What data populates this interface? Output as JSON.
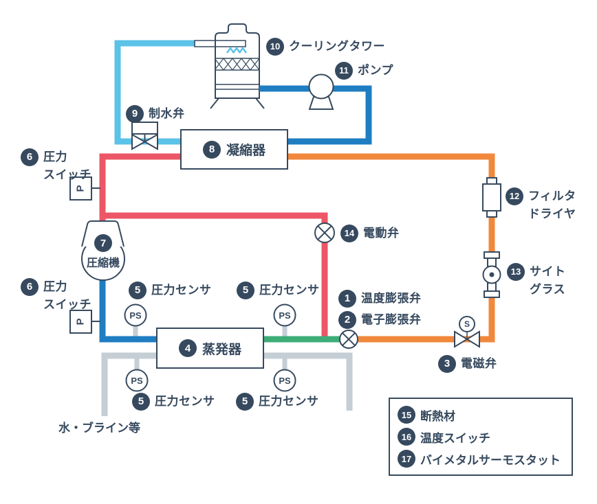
{
  "colors": {
    "navy": "#36495E",
    "pipe_cyan": "#5BC2E8",
    "pipe_blue": "#1F7DC2",
    "pipe_red": "#EC5666",
    "pipe_orange": "#F1883C",
    "pipe_green": "#3EAC77",
    "pipe_gray": "#C5CED5",
    "spray_bar_fill": "#9FC9DB"
  },
  "components": {
    "expansion_valve_thermal": {
      "num": "1",
      "label": "温度膨張弁"
    },
    "expansion_valve_electronic": {
      "num": "2",
      "label": "電子膨張弁"
    },
    "solenoid_valve": {
      "num": "3",
      "label": "電磁弁"
    },
    "evaporator": {
      "num": "4",
      "label": "蒸発器"
    },
    "pressure_sensor": {
      "num": "5",
      "label": "圧力センサ"
    },
    "pressure_switch": {
      "num": "6",
      "label": "圧力\nスイッチ"
    },
    "compressor": {
      "num": "7",
      "label": "圧縮機"
    },
    "condenser": {
      "num": "8",
      "label": "凝縮器"
    },
    "water_control_valve": {
      "num": "9",
      "label": "制水弁"
    },
    "cooling_tower": {
      "num": "10",
      "label": "クーリングタワー"
    },
    "pump": {
      "num": "11",
      "label": "ポンプ"
    },
    "filter_dryer": {
      "num": "12",
      "label": "フィルタ\nドライヤ"
    },
    "sight_glass": {
      "num": "13",
      "label": "サイト\nグラス"
    },
    "motorized_valve": {
      "num": "14",
      "label": "電動弁"
    }
  },
  "legend": {
    "items": [
      {
        "num": "15",
        "label": "断熱材"
      },
      {
        "num": "16",
        "label": "温度スイッチ"
      },
      {
        "num": "17",
        "label": "バイメタルサーモスタット"
      }
    ]
  },
  "symbols": {
    "pressure_switch": "P",
    "pressure_sensor": "PS",
    "solenoid": "S"
  },
  "annotations": {
    "water_brine": "水・ブライン等"
  }
}
